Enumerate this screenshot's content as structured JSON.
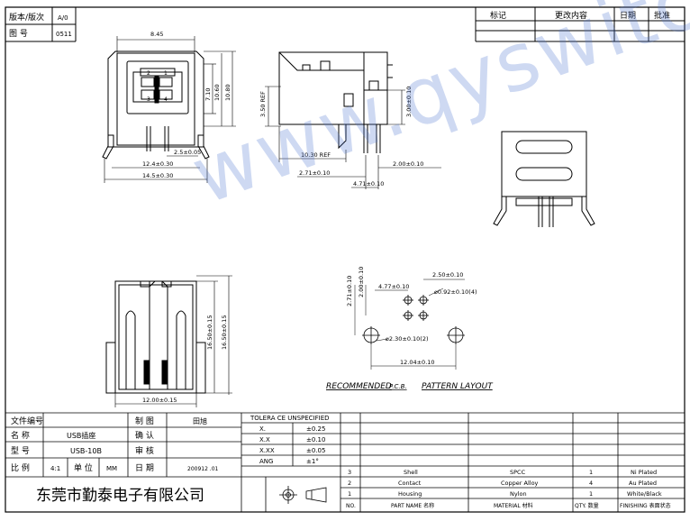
{
  "header": {
    "version_label": "版本/版次",
    "version_value": "A/0",
    "drawing_no_label": "图 号",
    "drawing_no_value": "0511"
  },
  "revision_table": {
    "headers": [
      "标记",
      "更改内容",
      "日期",
      "批准"
    ]
  },
  "dims": {
    "top_width": "8.45",
    "h_710": "7.10",
    "h_1060": "10.60",
    "h_1080": "10.80",
    "w_25": "2.5±0.05",
    "w_124": "12.4±0.30",
    "w_145": "14.5±0.30",
    "pins": [
      "2",
      "1",
      "3",
      "4"
    ],
    "side_350": "3.50 REF",
    "side_300": "3.00±0.10",
    "side_1030": "10.30 REF",
    "side_271": "2.71±0.10",
    "side_200": "2.00±0.10",
    "side_471": "4.71±0.10",
    "front_1650": "16.50±0.15",
    "front_1650b": "16.50±0.15",
    "front_1200": "12.00±0.15"
  },
  "pcb": {
    "d_250": "2.50±0.10",
    "d_477": "4.77±0.10",
    "d_092": "⌀0.92±0.10(4)",
    "d_271": "2.71±0.10",
    "d_200": "2.00±0.10",
    "d_230": "⌀2.30±0.10(2)",
    "d_1204": "12.04±0.10",
    "caption_1": "RECOMMENDED",
    "caption_2": "P.C.B.",
    "caption_3": "PATTERN LAYOUT"
  },
  "watermark": "www.qyswitch.com",
  "title_block": {
    "file_no_label": "文件编号",
    "name_label": "名 称",
    "name_value": "USB插座",
    "model_label": "型 号",
    "model_value": "USB-10B",
    "scale_label": "比 例",
    "scale_value": "4:1",
    "unit_label": "单 位",
    "unit_value": "MM",
    "draw_label": "制 图",
    "draw_value": "田旭",
    "confirm_label": "确 认",
    "review_label": "审 核",
    "date_label": "日 期",
    "date_value": "200912 .01",
    "company": "东莞市勤泰电子有限公司"
  },
  "tolerance": {
    "title": "TOLERA CE UNSPECIFIED",
    "rows": [
      {
        "k": "X.",
        "v": "±0.25"
      },
      {
        "k": "X.X",
        "v": "±0.10"
      },
      {
        "k": "X.XX",
        "v": "±0.05"
      },
      {
        "k": "ANG",
        "v": "±1°"
      }
    ]
  },
  "bom": {
    "rows": [
      {
        "no": "3",
        "part": "Shell",
        "material": "SPCC",
        "qty": "1",
        "finish": "Ni Plated"
      },
      {
        "no": "2",
        "part": "Contact",
        "material": "Copper Alloy",
        "qty": "4",
        "finish": "Au Plated"
      },
      {
        "no": "1",
        "part": "Housing",
        "material": "Nylon",
        "qty": "1",
        "finish": "White/Black"
      }
    ],
    "header": {
      "no": "NO.",
      "part": "PART NAME 名称",
      "material": "MATERIAL 材料",
      "qty": "QTY. 数量",
      "finish": "FINISHING 表面状态"
    }
  }
}
